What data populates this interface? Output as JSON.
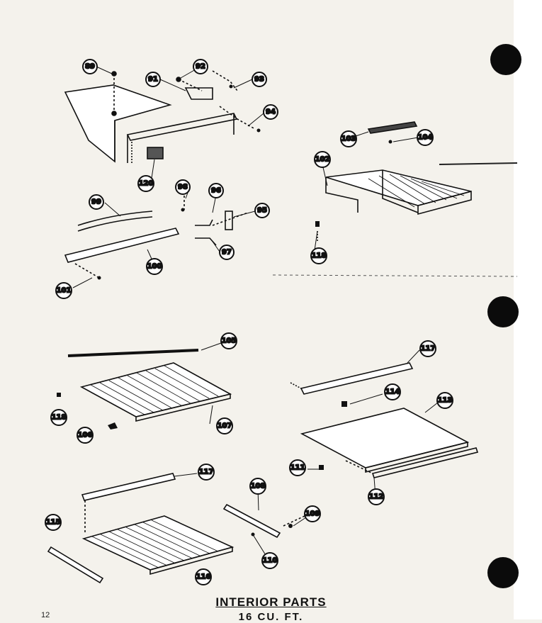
{
  "title": "INTERIOR PARTS",
  "subtitle": "16 CU. FT.",
  "page_number": "12",
  "callouts": [
    {
      "id": "c89",
      "label": "89"
    },
    {
      "id": "c92",
      "label": "92"
    },
    {
      "id": "c91",
      "label": "91"
    },
    {
      "id": "c93",
      "label": "93"
    },
    {
      "id": "c94",
      "label": "94"
    },
    {
      "id": "c120",
      "label": "120"
    },
    {
      "id": "c99",
      "label": "99"
    },
    {
      "id": "c98",
      "label": "98"
    },
    {
      "id": "c96",
      "label": "96"
    },
    {
      "id": "c95",
      "label": "95"
    },
    {
      "id": "c97",
      "label": "97"
    },
    {
      "id": "c100",
      "label": "100"
    },
    {
      "id": "c101",
      "label": "101"
    },
    {
      "id": "c103",
      "label": "103"
    },
    {
      "id": "c104",
      "label": "104"
    },
    {
      "id": "c102",
      "label": "102"
    },
    {
      "id": "c118a",
      "label": "118"
    },
    {
      "id": "c105",
      "label": "105"
    },
    {
      "id": "c118b",
      "label": "118"
    },
    {
      "id": "c106a",
      "label": "106"
    },
    {
      "id": "c107",
      "label": "107"
    },
    {
      "id": "c117a",
      "label": "117"
    },
    {
      "id": "c114",
      "label": "114"
    },
    {
      "id": "c113",
      "label": "113"
    },
    {
      "id": "c111",
      "label": "111"
    },
    {
      "id": "c112",
      "label": "112"
    },
    {
      "id": "c117b",
      "label": "117"
    },
    {
      "id": "c108",
      "label": "108"
    },
    {
      "id": "c115",
      "label": "115"
    },
    {
      "id": "c109",
      "label": "109"
    },
    {
      "id": "c110",
      "label": "110"
    },
    {
      "id": "c116",
      "label": "116"
    }
  ],
  "colors": {
    "ink": "#111111",
    "paper": "#f4f2ec",
    "shelf_fill": "#e8e6df"
  }
}
